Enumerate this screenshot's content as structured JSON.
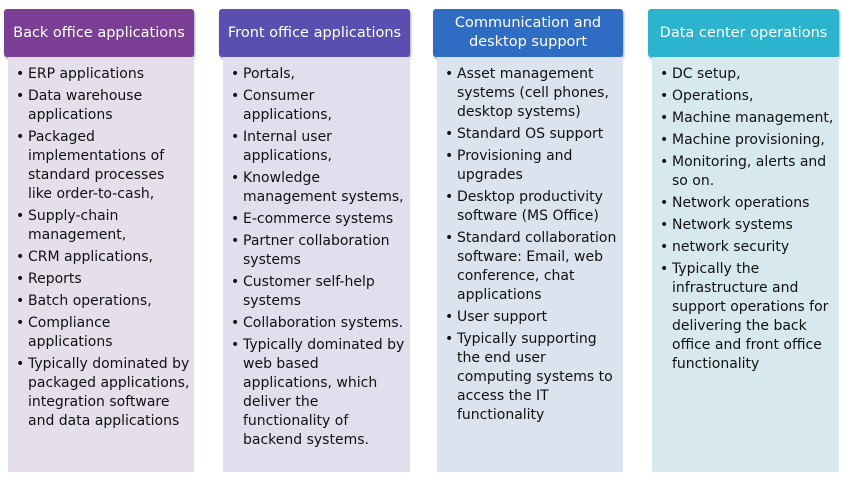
{
  "colors": {
    "col1_header": "#7a3f94",
    "col1_body": "#e5dfeb",
    "col2_header": "#5a4fb0",
    "col2_body": "#e1dfed",
    "col3_header": "#2f6cc4",
    "col3_body": "#dbe3ef",
    "col4_header": "#2cb4cf",
    "col4_body": "#d8e8ef"
  },
  "bullet": "•",
  "columns": [
    {
      "title": "Back office applications",
      "items": [
        "ERP applications",
        "Data warehouse applications",
        "Packaged implementations of standard processes like order-to-cash,",
        "Supply-chain management,",
        "CRM applications,",
        "Reports",
        "Batch operations,",
        "Compliance applications",
        "Typically dominated by packaged applications, integration software and data applications"
      ]
    },
    {
      "title": "Front office applications",
      "items": [
        "Portals,",
        "Consumer applications,",
        " Internal user applications,",
        "Knowledge management systems,",
        "E-commerce systems",
        "Partner collaboration systems",
        "Customer self-help systems",
        "Collaboration systems.",
        "Typically dominated by web based applications, which deliver the functionality of backend systems."
      ]
    },
    {
      "title": "Communication and desktop support",
      "items": [
        "Asset management systems (cell phones, desktop systems)",
        "Standard OS support",
        "Provisioning and upgrades",
        "Desktop productivity software (MS Office)",
        "Standard collaboration software: Email, web conference,  chat applications",
        "User support",
        "Typically supporting the end user computing systems to access the IT functionality"
      ]
    },
    {
      "title": "Data center operations",
      "items": [
        "DC setup,",
        "Operations,",
        "Machine management,",
        "Machine provisioning,",
        "Monitoring, alerts and so on.",
        "Network operations",
        "Network systems",
        "network security",
        "Typically the infrastructure and support operations for delivering the back office and front office functionality"
      ]
    }
  ]
}
